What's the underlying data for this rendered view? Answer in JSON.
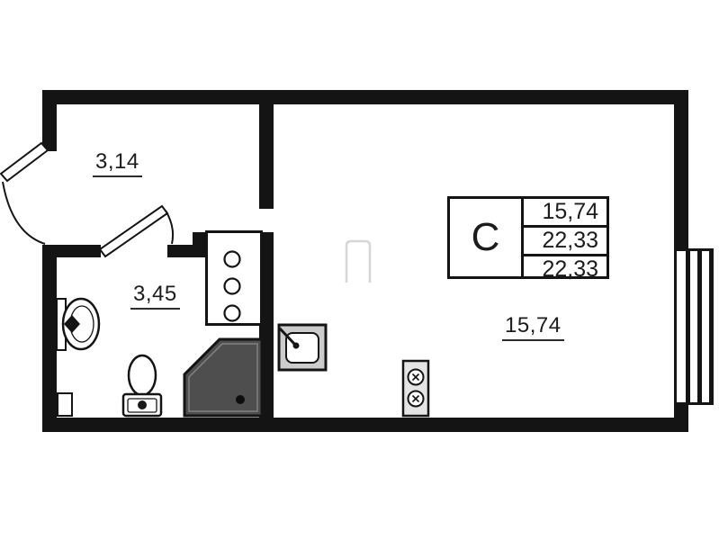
{
  "plan": {
    "rooms": {
      "hall": {
        "area": "3,14"
      },
      "bathroom": {
        "area": "3,45"
      },
      "living": {
        "area": "15,74"
      }
    },
    "legend": {
      "type_label": "С",
      "values": [
        "15,74",
        "22,33",
        "22,33"
      ]
    },
    "colors": {
      "wall": "#141414",
      "shower_fill": "#4e4e4e",
      "kitchen_sink_fill": "#cccccc",
      "stove_fill": "#e4e4e4",
      "ghost_outline": "#d6d6d6",
      "background": "#ffffff"
    }
  }
}
